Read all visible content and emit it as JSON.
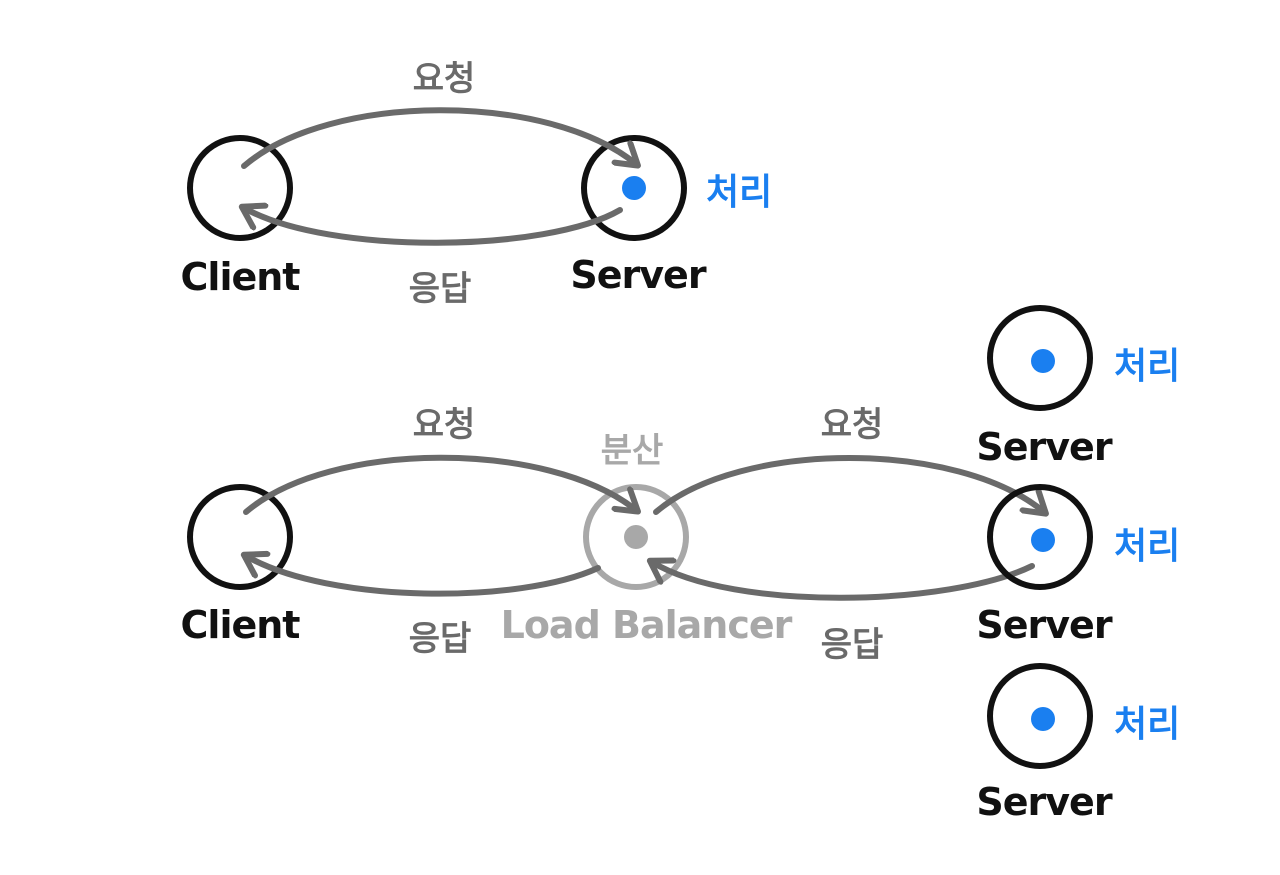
{
  "colors": {
    "node_stroke": "#111111",
    "arrow": "#6a6a6a",
    "processing": "#1a7ff0",
    "load_balancer": "#a8a8a8"
  },
  "top_diagram": {
    "client_label": "Client",
    "server_label": "Server",
    "request_label": "요청",
    "response_label": "응답",
    "processing_label": "처리"
  },
  "bottom_diagram": {
    "client_label": "Client",
    "load_balancer_label": "Load Balancer",
    "distribute_label": "분산",
    "left_request_label": "요청",
    "left_response_label": "응답",
    "right_request_label": "요청",
    "right_response_label": "응답",
    "servers": [
      {
        "label": "Server",
        "processing_label": "처리"
      },
      {
        "label": "Server",
        "processing_label": "처리"
      },
      {
        "label": "Server",
        "processing_label": "처리"
      }
    ]
  }
}
